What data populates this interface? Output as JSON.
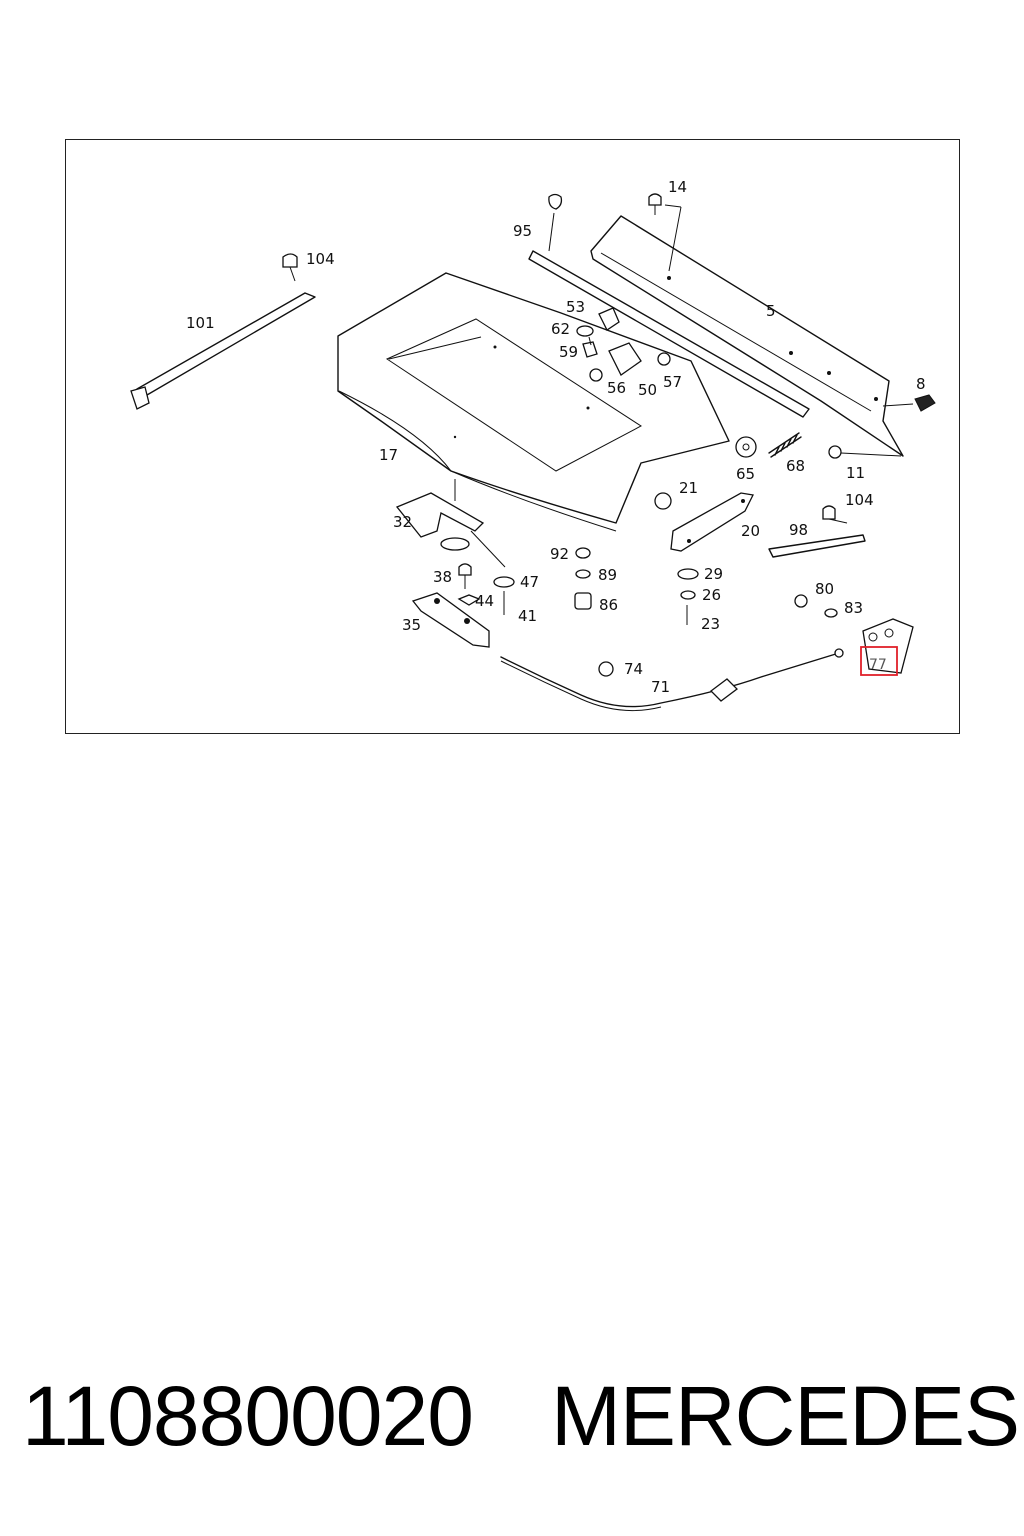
{
  "caption": {
    "part_number": "1108800020",
    "brand": "MERCEDES"
  },
  "callouts": {
    "c14": "14",
    "c95": "95",
    "c104a": "104",
    "c101": "101",
    "c5": "5",
    "c53": "53",
    "c62": "62",
    "c59": "59",
    "c56": "56",
    "c50": "50",
    "c57": "57",
    "c8": "8",
    "c17": "17",
    "c65": "65",
    "c68": "68",
    "c11": "11",
    "c21": "21",
    "c104b": "104",
    "c32": "32",
    "c20": "20",
    "c98": "98",
    "c92": "92",
    "c89": "89",
    "c29": "29",
    "c38": "38",
    "c47": "47",
    "c44": "44",
    "c41": "41",
    "c86": "86",
    "c26": "26",
    "c80": "80",
    "c83": "83",
    "c35": "35",
    "c23": "23",
    "c74": "74",
    "c71": "71",
    "c77": "77"
  },
  "highlight": {
    "part": "77",
    "color": "#e0202a"
  }
}
